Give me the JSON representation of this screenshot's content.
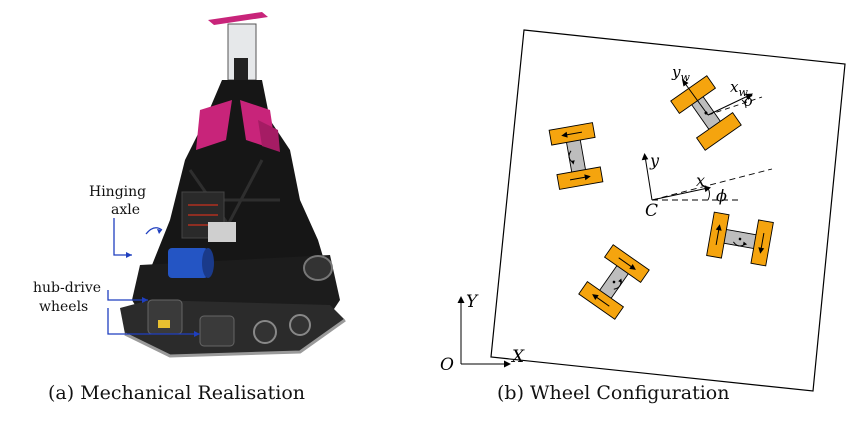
{
  "panel_a": {
    "label_hinging_axle_1": "Hinging",
    "label_hinging_axle_2": "axle",
    "label_hub_drive_1": "hub-drive",
    "label_hub_drive_2": "wheels",
    "caption": "(a) Mechanical Realisation",
    "colors": {
      "arrow": "#1f3fbf",
      "accent": "#c8247a",
      "chassis": "#161616"
    }
  },
  "panel_b": {
    "caption": "(b) Wheel Configuration",
    "world_y": "Y",
    "world_x": "X",
    "world_origin": "O",
    "body_x": "x",
    "body_y": "y",
    "center": "C",
    "phi": "ϕ",
    "wheel_xw_base": "x",
    "wheel_xw_sub": "w",
    "wheel_yw_base": "y",
    "wheel_yw_sub": "w",
    "delta": "δ",
    "colors": {
      "wheel": "#f5a40e",
      "axle": "#bdbdbd",
      "frame": "#000000"
    }
  }
}
